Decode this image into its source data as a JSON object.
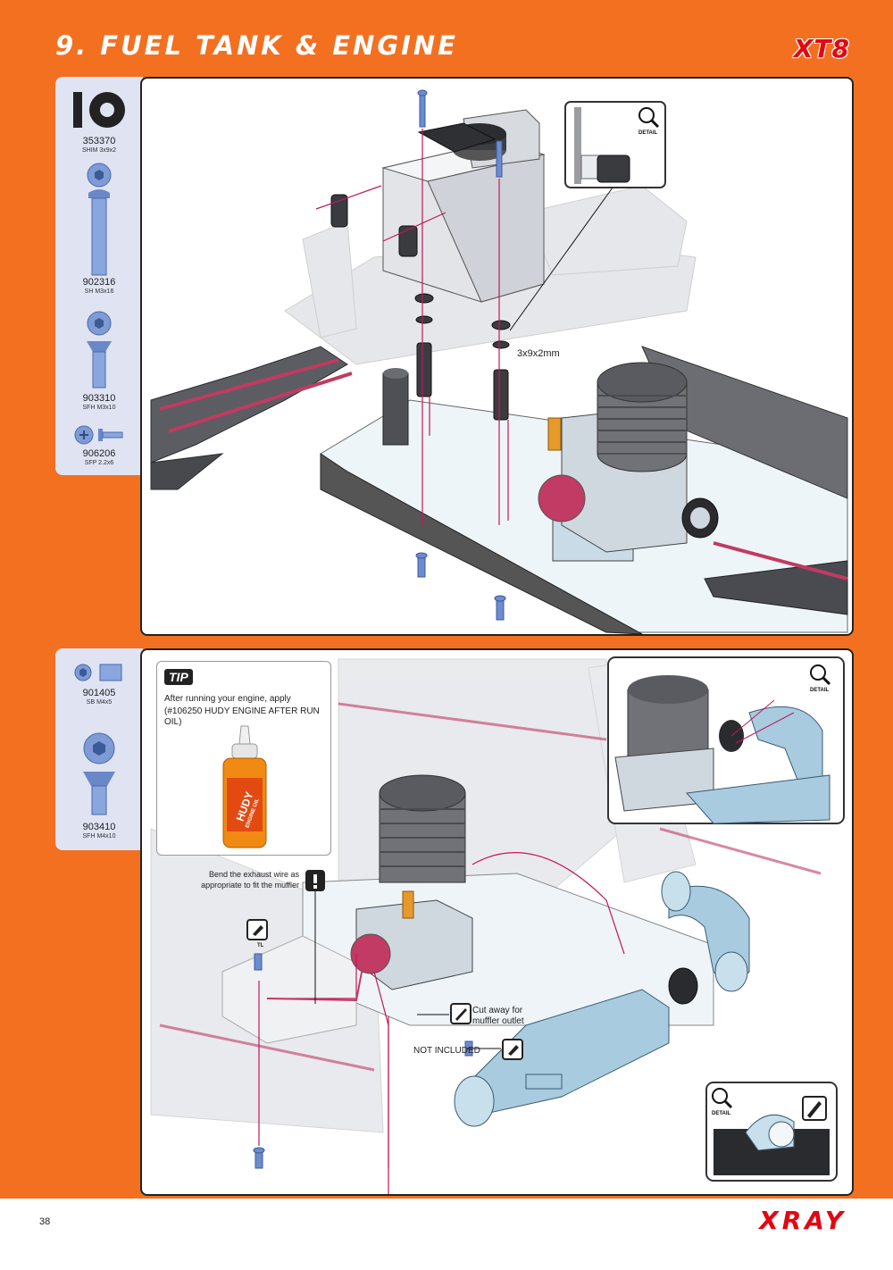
{
  "header": {
    "title": "9. FUEL TANK & ENGINE",
    "model": "XT8"
  },
  "step1": {
    "parts": [
      {
        "code": "353370",
        "desc": "SHIM 3x9x2",
        "icon": "shim-icon"
      },
      {
        "code": "902316",
        "desc": "SH M3x16",
        "icon": "socket-head-screw-icon"
      },
      {
        "code": "903310",
        "desc": "SFH M3x10",
        "icon": "flat-head-screw-icon"
      },
      {
        "code": "906206",
        "desc": "SFP 2.2x6",
        "icon": "phillips-screw-icon"
      }
    ],
    "shim_label": "3x9x2mm",
    "detail_tag": "DETAIL"
  },
  "step2": {
    "parts": [
      {
        "code": "901405",
        "desc": "SB M4x5",
        "icon": "set-screw-icon"
      },
      {
        "code": "903410",
        "desc": "SFH M4x10",
        "icon": "flat-head-screw-icon"
      }
    ],
    "tip": {
      "tag": "TIP",
      "line1": "After running your engine, apply",
      "line2": "(#106250 HUDY ENGINE AFTER RUN OIL)"
    },
    "bottle_label": "HUDY",
    "bottle_sub": "ENGINE OIL",
    "note_bend_1": "Bend the exhaust wire as",
    "note_bend_2": "appropriate to fit the muffler",
    "note_cut_1": "Cut away for",
    "note_cut_2": "muffler outlet",
    "note_not_included": "NOT INCLUDED",
    "tool_tag": "TL",
    "detail_tag": "DETAIL"
  },
  "footer": {
    "page_number": "38",
    "brand": "XRAY"
  },
  "colors": {
    "orange": "#f37021",
    "red": "#e30613",
    "magenta": "#c2185b",
    "parts_bg": "#dfe3f2"
  }
}
